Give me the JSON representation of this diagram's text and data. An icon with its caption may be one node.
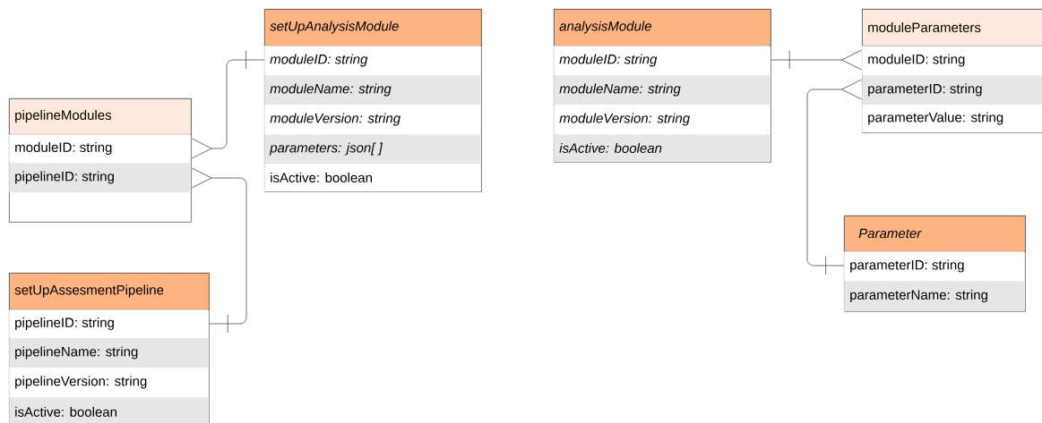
{
  "diagram": {
    "nodes": [
      {
        "text": [
          "pipelineModules",
          "moduleID: string",
          "pipelineID: string"
        ]
      },
      {
        "text": [
          "setUpAnalysisModule",
          "moduleID: string",
          "moduleName: string",
          "moduleVersion: string",
          "parameters: json[ ]",
          "isActive: boolean"
        ]
      },
      {
        "text": [
          "setUpAssesmentPipeline",
          "pipelineID: string",
          "pipelineName: string",
          "pipelineVersion: string",
          "isActive: boolean"
        ]
      },
      {
        "text": [
          "analysisModule",
          "moduleID: string",
          "moduleName: string",
          "moduleVersion: string",
          "isActive: boolean"
        ]
      },
      {
        "text": [
          "moduleParameters",
          "moduleID: string",
          "parameterID: string",
          "parameterValue: string"
        ]
      },
      {
        "text": [
          "Parameter",
          "parameterID: string",
          "parameterName: string"
        ]
      }
    ],
    "edges": [
      {
        "from": 1,
        "to": 0,
        "arrow": "other"
      },
      {
        "from": 2,
        "to": 0,
        "arrow": "other"
      },
      {
        "from": 3,
        "to": 4,
        "arrow": "other"
      },
      {
        "from": 5,
        "to": 4,
        "arrow": "other"
      }
    ]
  }
}
